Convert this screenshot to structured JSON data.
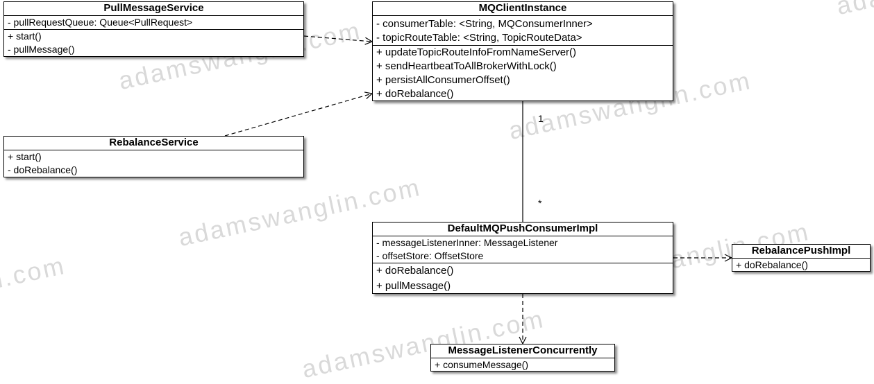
{
  "watermark": "adamswanglin.com",
  "classes": {
    "pull_message_service": {
      "name": "PullMessageService",
      "attributes": [
        "- pullRequestQueue: Queue<PullRequest>"
      ],
      "methods": [
        "+ start()",
        "- pullMessage()"
      ]
    },
    "mq_client_instance": {
      "name": "MQClientInstance",
      "attributes": [
        "- consumerTable: <String, MQConsumerInner>",
        "- topicRouteTable: <String, TopicRouteData>"
      ],
      "methods": [
        "+ updateTopicRouteInfoFromNameServer()",
        "+ sendHeartbeatToAllBrokerWithLock()",
        "+ persistAllConsumerOffset()",
        "+ doRebalance()"
      ]
    },
    "rebalance_service": {
      "name": "RebalanceService",
      "methods": [
        "+ start()",
        "- doRebalance()"
      ]
    },
    "default_mq_push_consumer_impl": {
      "name": "DefaultMQPushConsumerImpl",
      "attributes": [
        "- messageListenerInner: MessageListener",
        "- offsetStore: OffsetStore"
      ],
      "methods": [
        "+ doRebalance()",
        "+ pullMessage()"
      ]
    },
    "rebalance_push_impl": {
      "name": "RebalancePushImpl",
      "methods": [
        "+ doRebalance()"
      ]
    },
    "message_listener_concurrently": {
      "name": "MessageListenerConcurrently",
      "methods": [
        "+ consumeMessage()"
      ]
    }
  },
  "multiplicity": {
    "client_end": "1",
    "consumer_end": "*"
  }
}
